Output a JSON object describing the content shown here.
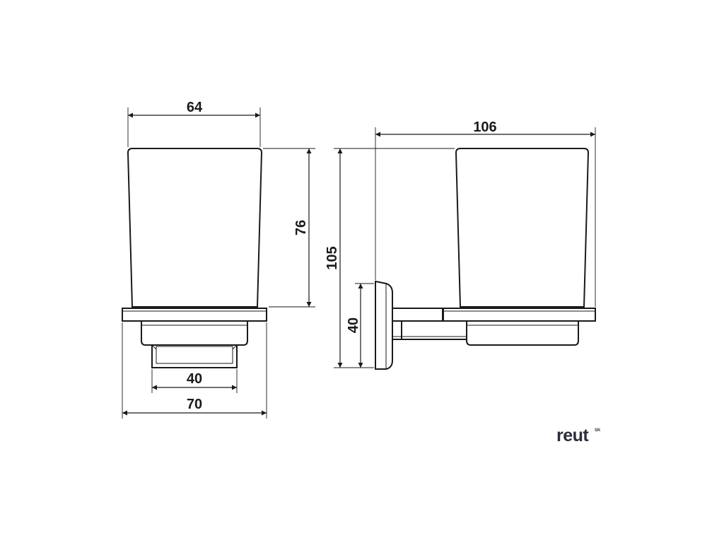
{
  "dimensions": {
    "front_width": "64",
    "glass_height": "76",
    "base_inner": "40",
    "base_outer": "70",
    "total_height": "105",
    "side_depth": "106",
    "mount_height": "40"
  },
  "logo": {
    "brand": "reut",
    "suffix": "SK",
    "color": "#2b2f3a"
  },
  "line_color": "#1a1a1a"
}
